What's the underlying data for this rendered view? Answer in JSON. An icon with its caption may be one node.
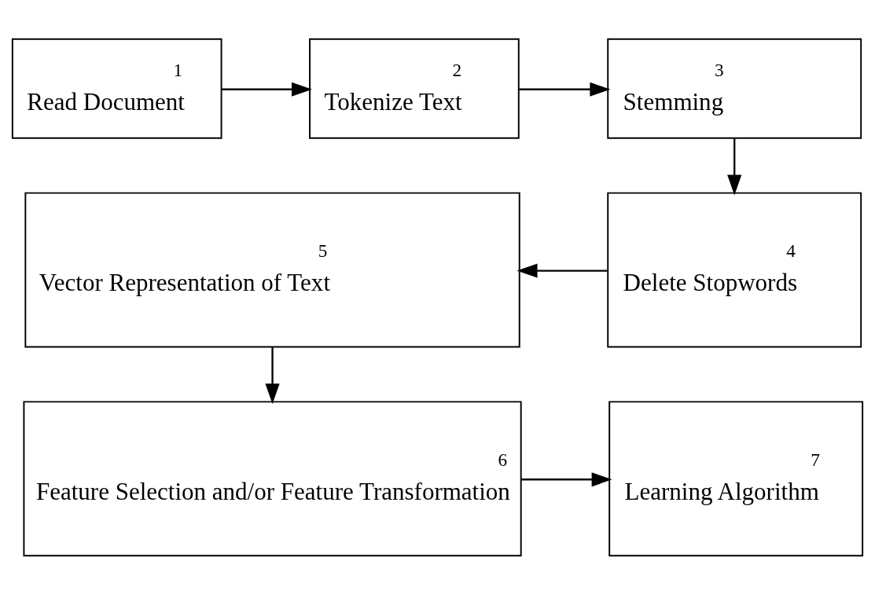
{
  "diagram": {
    "nodes": [
      {
        "text": [
          "1",
          "Read Document"
        ]
      },
      {
        "text": [
          "2",
          "Tokenize Text"
        ]
      },
      {
        "text": [
          "3",
          "Stemming"
        ]
      },
      {
        "text": [
          "4",
          "Delete Stopwords"
        ]
      },
      {
        "text": [
          "5",
          "Vector Representation of Text"
        ]
      },
      {
        "text": [
          "6",
          "Feature Selection and/or Feature Transformation"
        ]
      },
      {
        "text": [
          "7",
          "Learning Algorithm"
        ]
      }
    ],
    "edges": [
      {
        "from": 0,
        "to": 1,
        "arrow": "to"
      },
      {
        "from": 1,
        "to": 2,
        "arrow": "to"
      },
      {
        "from": 2,
        "to": 3,
        "arrow": "to"
      },
      {
        "from": 3,
        "to": 4,
        "arrow": "to"
      },
      {
        "from": 4,
        "to": 5,
        "arrow": "to"
      },
      {
        "from": 5,
        "to": 6,
        "arrow": "to"
      }
    ]
  }
}
